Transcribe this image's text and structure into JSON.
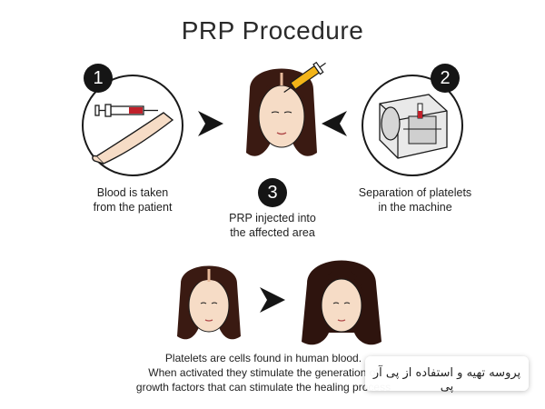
{
  "title": "PRP Procedure",
  "steps": [
    {
      "number": "1",
      "caption_lines": [
        "Blood is taken",
        "from the patient"
      ]
    },
    {
      "number": "2",
      "caption_lines": [
        "Separation of platelets",
        "in the machine"
      ]
    },
    {
      "number": "3",
      "caption_lines": [
        "PRP injected into",
        "the affected area"
      ]
    }
  ],
  "note_lines": [
    "Platelets are cells found in human blood.",
    "When activated they stimulate the generation of",
    "growth factors that can stimulate the healing process"
  ],
  "overlay_caption": "پروسه تهیه و استفاده از پی آر پی",
  "colors": {
    "outline": "#1a1a1a",
    "hair": "#3a1a12",
    "skin": "#f6dcc6",
    "syringe_fill": "#f2b418",
    "blood": "#c0202a"
  }
}
